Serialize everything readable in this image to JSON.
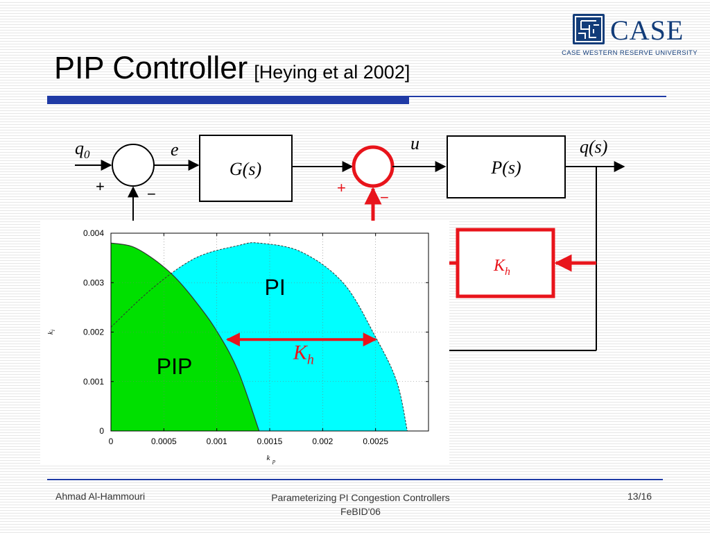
{
  "slide": {
    "title_main": "PIP Controller",
    "title_citation": "[Heying et al 2002]",
    "page_number": "13/16"
  },
  "logo": {
    "name": "CASE",
    "subtitle": "CASE WESTERN RESERVE UNIVERSITY"
  },
  "footer": {
    "author": "Ahmad Al-Hammouri",
    "talk_title": "Parameterizing PI Congestion Controllers",
    "venue": "FeBID'06"
  },
  "diagram": {
    "signals": {
      "input_base": "q",
      "input_sub": "0",
      "error": "e",
      "control": "u",
      "output": "q(s)"
    },
    "blocks": {
      "controller": "G(s)",
      "plant": "P(s)",
      "feedback_gain_base": "K",
      "feedback_gain_sub": "h"
    },
    "signs": {
      "sum1_plus": "+",
      "sum1_minus": "−",
      "sum2_plus": "+",
      "sum2_minus": "−"
    },
    "colors": {
      "highlight": "#e8141b",
      "line": "#000000"
    }
  },
  "chart_data": {
    "type": "area",
    "xlabel": "k_p",
    "ylabel": "k_i",
    "xlim": [
      0,
      0.003
    ],
    "ylim": [
      0,
      0.004
    ],
    "x_ticks": [
      "0",
      "0.0005",
      "0.001",
      "0.0015",
      "0.002",
      "0.0025"
    ],
    "y_ticks": [
      "0",
      "0.001",
      "0.002",
      "0.003",
      "0.004"
    ],
    "grid": true,
    "series": [
      {
        "name": "PIP",
        "color": "#00e000",
        "boundary": [
          {
            "x": 0,
            "y": 0.0038
          },
          {
            "x": 0.0002,
            "y": 0.00373
          },
          {
            "x": 0.0004,
            "y": 0.00348
          },
          {
            "x": 0.0006,
            "y": 0.00312
          },
          {
            "x": 0.0008,
            "y": 0.00262
          },
          {
            "x": 0.001,
            "y": 0.00202
          },
          {
            "x": 0.0012,
            "y": 0.00122
          },
          {
            "x": 0.0014,
            "y": 0.0
          }
        ]
      },
      {
        "name": "PI",
        "color": "#00ffff",
        "boundary": [
          {
            "x": 0,
            "y": 0.0021
          },
          {
            "x": 0.0004,
            "y": 0.0029
          },
          {
            "x": 0.0008,
            "y": 0.0035
          },
          {
            "x": 0.0012,
            "y": 0.00375
          },
          {
            "x": 0.0014,
            "y": 0.0038
          },
          {
            "x": 0.0018,
            "y": 0.00362
          },
          {
            "x": 0.0022,
            "y": 0.00298
          },
          {
            "x": 0.0025,
            "y": 0.0019
          },
          {
            "x": 0.0027,
            "y": 0.001
          },
          {
            "x": 0.0028,
            "y": 0.0
          }
        ]
      }
    ],
    "annotations": [
      {
        "text": "PI",
        "x": 0.00155,
        "y": 0.00275
      },
      {
        "text": "PIP",
        "x": 0.0006,
        "y": 0.00115
      },
      {
        "text": "K_h",
        "x": 0.00182,
        "y": 0.00145,
        "color": "#e8141b"
      }
    ],
    "arrow": {
      "from": {
        "x": 0.0011,
        "y": 0.00185
      },
      "to": {
        "x": 0.0025,
        "y": 0.00185
      },
      "color": "#e8141b"
    }
  }
}
